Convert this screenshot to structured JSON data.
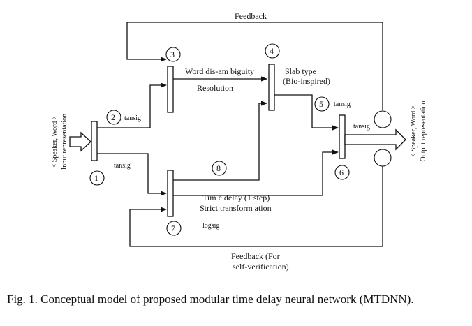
{
  "labels": {
    "feedback_top": "Feedback",
    "word_disambiguity": "Word dis-am biguity",
    "resolution": "Resolution",
    "slab_type": "Slab type",
    "bio_inspired": "(Bio-inspired)",
    "time_delay": "Tim e delay (1 step)",
    "strict_transformation": "Strict transform ation",
    "logsig": "logsig",
    "feedback_bottom_1": "Feedback (For",
    "feedback_bottom_2": "self-verification)",
    "input_side_1": "< Speaker, Word >",
    "input_side_2": "Input representation",
    "output_side_1": "< Speaker, Word >",
    "output_side_2": "Output representation"
  },
  "edges": {
    "e2": "tansig",
    "e1_down": "tansig",
    "e5": "tansig",
    "e6_in": "tansig"
  },
  "nodes": {
    "n1": "1",
    "n2": "2",
    "n3": "3",
    "n4": "4",
    "n5": "5",
    "n6": "6",
    "n7": "7",
    "n8": "8"
  },
  "caption": "Fig. 1.   Conceptual model of proposed modular time delay neural network (MTDNN)."
}
